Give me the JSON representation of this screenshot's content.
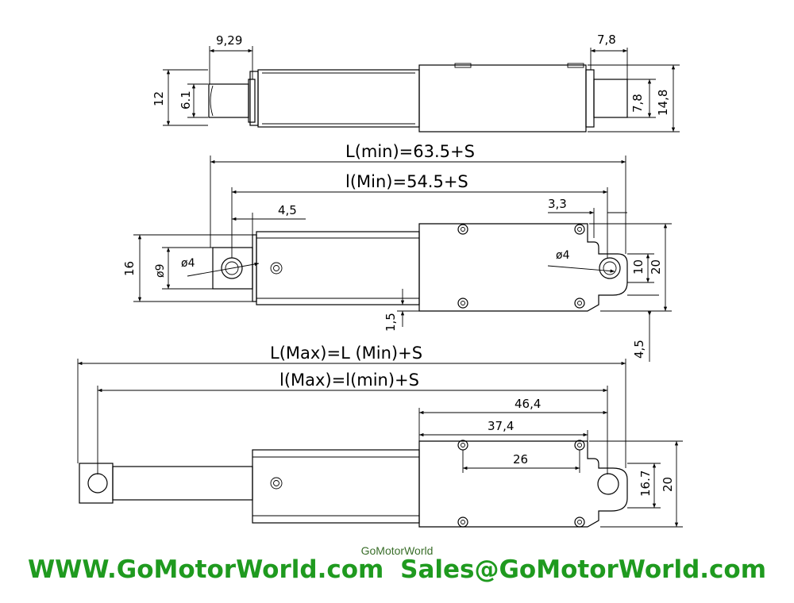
{
  "views": {
    "top": {
      "dims": {
        "d1": "9,29",
        "d2": "7,8",
        "d3": "12",
        "d4": "6.1",
        "d5": "7,8",
        "d6": "14,8"
      }
    },
    "middle": {
      "length_max_label": "L(min)=63.5+S",
      "length_min_label": "l(Min)=54.5+S",
      "dims": {
        "d1": "4,5",
        "d2": "3,3",
        "d3": "16",
        "d4": "9",
        "d5": "4",
        "d6": "4",
        "d7": "10",
        "d8": "20",
        "d9": "1,5",
        "d10": "4,5"
      }
    },
    "bottom": {
      "length_max_label": "L(Max)=L (Min)+S",
      "length_min_label": "l(Max)=l(min)+S",
      "dims": {
        "d1": "46,4",
        "d2": "37,4",
        "d3": "26",
        "d4": "16.7",
        "d5": "20"
      }
    }
  },
  "footer": {
    "brand": "GoMotorWorld",
    "website": "WWW.GoMotorWorld.com",
    "email": "Sales@GoMotorWorld.com",
    "color": "#1f9a1f"
  }
}
